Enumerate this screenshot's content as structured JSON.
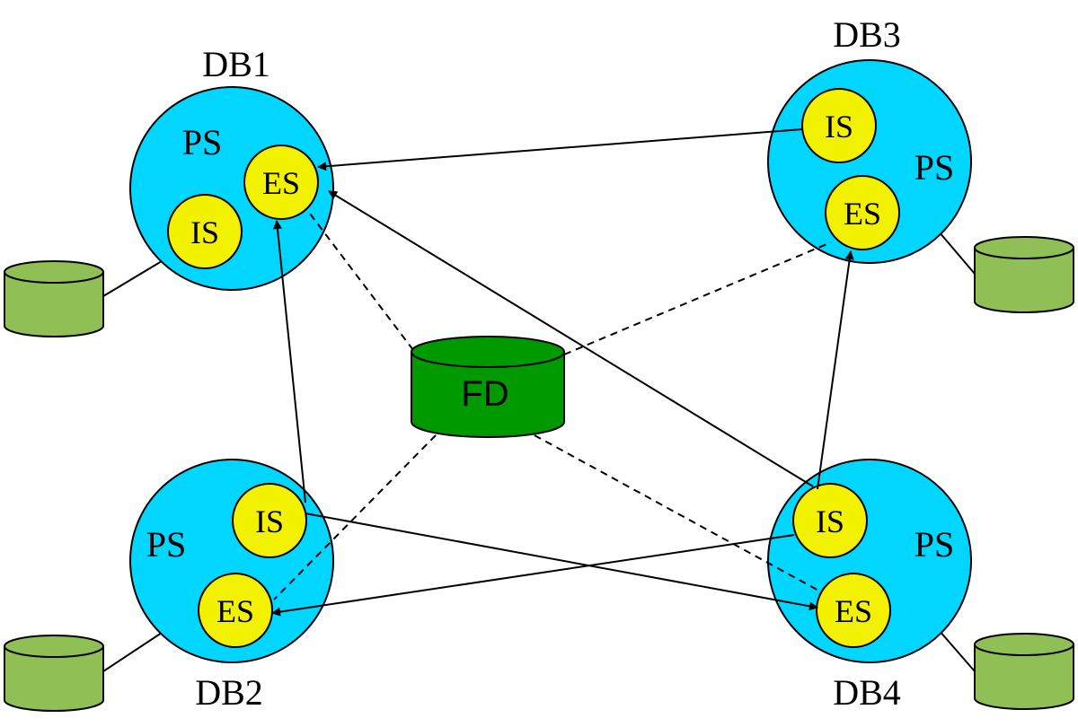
{
  "diagram": {
    "colors": {
      "node_fill": "#00d6ff",
      "server_fill": "#f2f200",
      "storage_fill": "#8fbf55",
      "fd_fill": "#009900",
      "stroke": "#000000"
    },
    "nodes": {
      "db1": {
        "label": "DB1",
        "ps": "PS",
        "is": "IS",
        "es": "ES"
      },
      "db2": {
        "label": "DB2",
        "ps": "PS",
        "is": "IS",
        "es": "ES"
      },
      "db3": {
        "label": "DB3",
        "ps": "PS",
        "is": "IS",
        "es": "ES"
      },
      "db4": {
        "label": "DB4",
        "ps": "PS",
        "is": "IS",
        "es": "ES"
      }
    },
    "fd": {
      "label": "FD"
    },
    "edges": [
      {
        "from": "DB3.IS",
        "to": "DB1.ES",
        "style": "solid"
      },
      {
        "from": "DB4.IS",
        "to": "DB1.ES",
        "style": "solid"
      },
      {
        "from": "DB2.IS",
        "to": "DB1.ES",
        "style": "solid"
      },
      {
        "from": "DB4.IS",
        "to": "DB3.ES",
        "style": "solid"
      },
      {
        "from": "DB2.IS",
        "to": "DB4.ES",
        "style": "solid"
      },
      {
        "from": "DB4.IS",
        "to": "DB2.ES",
        "style": "solid"
      },
      {
        "from": "FD",
        "to": "DB1.ES",
        "style": "dashed"
      },
      {
        "from": "FD",
        "to": "DB2.ES",
        "style": "dashed"
      },
      {
        "from": "FD",
        "to": "DB3.ES",
        "style": "dashed"
      },
      {
        "from": "FD",
        "to": "DB4.ES",
        "style": "dashed"
      }
    ]
  }
}
